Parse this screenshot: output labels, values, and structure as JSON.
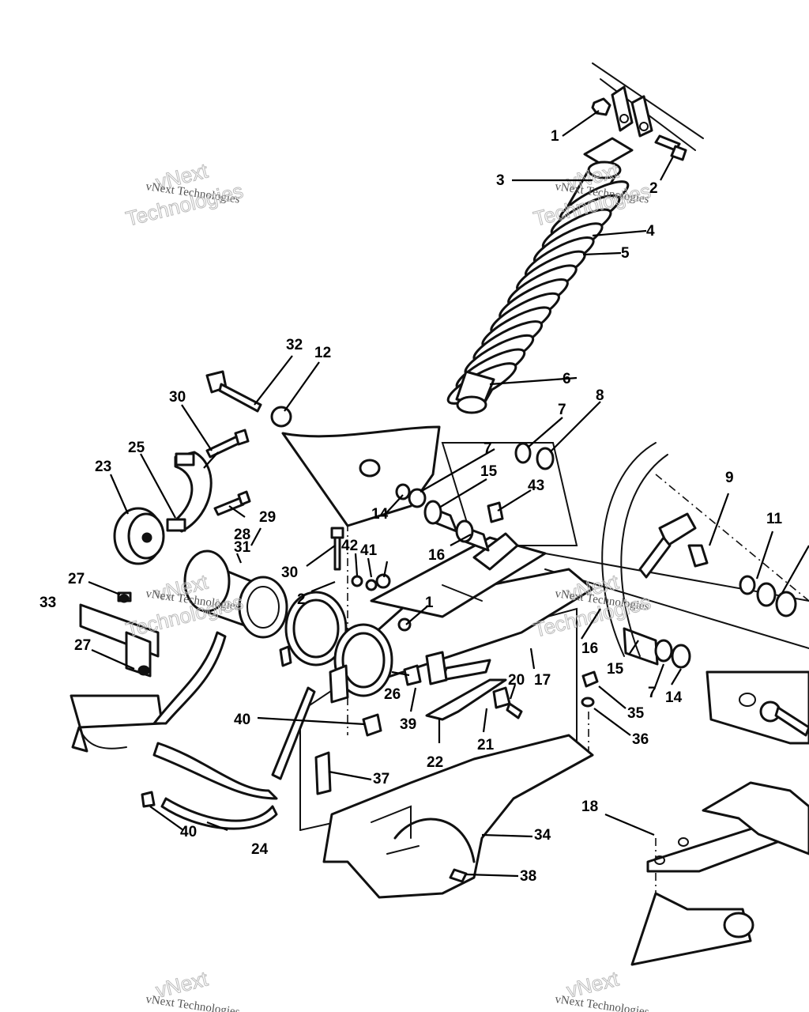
{
  "diagram": {
    "callouts": [
      "1",
      "2",
      "3",
      "4",
      "5",
      "6",
      "7",
      "8",
      "9",
      "11",
      "12",
      "14",
      "15",
      "16",
      "17",
      "18",
      "20",
      "21",
      "22",
      "23",
      "24",
      "25",
      "26",
      "27",
      "28",
      "29",
      "30",
      "31",
      "32",
      "33",
      "34",
      "35",
      "36",
      "37",
      "38",
      "39",
      "40",
      "41",
      "42",
      "43"
    ]
  },
  "watermark": {
    "line_small": "vNext Technologies",
    "word_top": "vNext",
    "word_bottom": "Technologies"
  },
  "colors": {
    "ink": "#111111",
    "paper": "#ffffff",
    "watermark": "#bbbbbb"
  }
}
